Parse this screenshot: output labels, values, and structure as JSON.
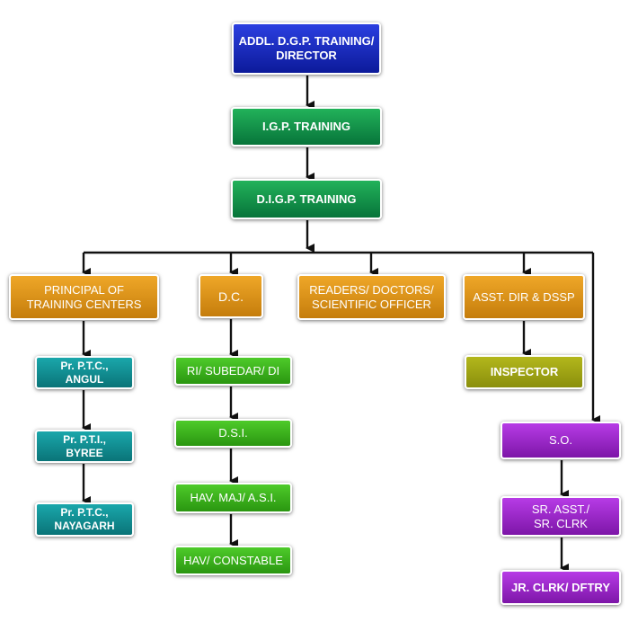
{
  "org_chart": {
    "director": "ADDL. D.G.P. TRAINING/\nDIRECTOR",
    "igp": "I.G.P. TRAINING",
    "digp": "D.I.G.P. TRAINING",
    "principal": "PRINCIPAL OF\nTRAINING CENTERS",
    "dc": "D.C.",
    "readers": "READERS/ DOCTORS/\nSCIENTIFIC OFFICER",
    "asst_dir": "ASST. DIR & DSSP",
    "ptc_angul": "Pr. P.T.C.,\nANGUL",
    "pti_byree": "Pr. P.T.I.,\nBYREE",
    "ptc_nayagarh": "Pr. P.T.C.,\nNAYAGARH",
    "ri_subedar": "RI/ SUBEDAR/ DI",
    "dsi": "D.S.I.",
    "hav_maj": "HAV. MAJ/ A.S.I.",
    "hav_constable": "HAV/ CONSTABLE",
    "inspector": "INSPECTOR",
    "so": "S.O.",
    "sr_asst": "SR. ASST./\nSR. CLRK",
    "jr_clrk": "JR. CLRK/ DFTRY"
  },
  "colors": {
    "connector": "#111111",
    "box_border": "#ffffff",
    "director": "#1424c8",
    "command": "#109448",
    "heads": "#e0961c",
    "training_centers": "#128f93",
    "dc_staff": "#3cb51d",
    "inspector": "#a0a516",
    "office_staff": "#9e2ad0"
  }
}
